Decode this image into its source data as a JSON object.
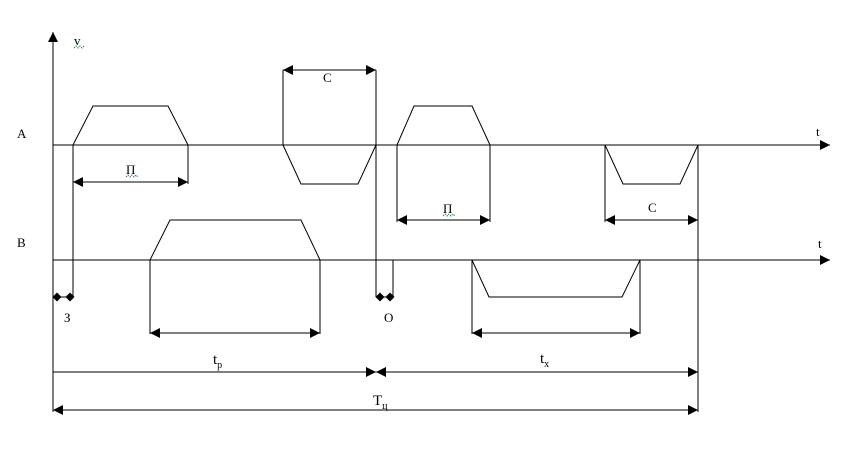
{
  "axes": {
    "y_label": "v",
    "time_label_a": "t",
    "time_label_b": "t",
    "channel_a": "A",
    "channel_b": "B"
  },
  "labels": {
    "p1": "П",
    "c1": "С",
    "p2": "П",
    "c2": "С",
    "z": "З",
    "o": "О",
    "tr_main": "t",
    "tr_sub": "р",
    "tx_main": "t",
    "tx_sub": "х",
    "tc_main": "T",
    "tc_sub": "ц"
  }
}
